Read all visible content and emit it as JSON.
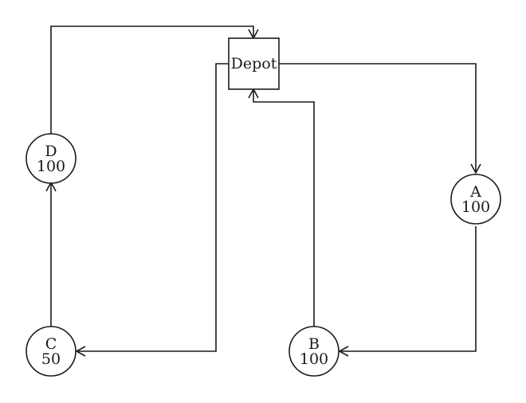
{
  "diagram": {
    "nodes": [
      {
        "id": "depot",
        "label": "Depot",
        "shape": "square"
      },
      {
        "id": "A",
        "label": "A",
        "demand": "100",
        "shape": "circle"
      },
      {
        "id": "B",
        "label": "B",
        "demand": "100",
        "shape": "circle"
      },
      {
        "id": "C",
        "label": "C",
        "demand": "50",
        "shape": "circle"
      },
      {
        "id": "D",
        "label": "D",
        "demand": "100",
        "shape": "circle"
      }
    ],
    "edges": [
      {
        "from": "depot",
        "to": "A"
      },
      {
        "from": "A",
        "to": "B"
      },
      {
        "from": "B",
        "to": "depot"
      },
      {
        "from": "depot",
        "to": "C"
      },
      {
        "from": "C",
        "to": "D"
      },
      {
        "from": "D",
        "to": "depot"
      }
    ]
  }
}
